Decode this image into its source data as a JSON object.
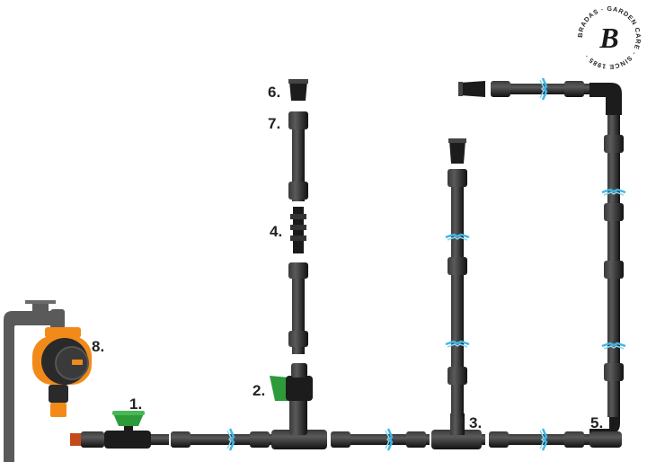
{
  "labels": {
    "n1": "1.",
    "n2": "2.",
    "n3": "3.",
    "n4": "4.",
    "n5": "5.",
    "n6": "6.",
    "n7": "7.",
    "n8": "8."
  },
  "logo": {
    "ring_text": "BRADAS · GARDEN CARE · SINCE 1985 ·",
    "letter": "B"
  },
  "colors": {
    "pipe": "#1a1a1a",
    "pipe_highlight": "#555555",
    "valve_green": "#2e9a3a",
    "timer_orange": "#f28a1a",
    "water_spray": "#3fb6e6",
    "faucet_gray": "#5a5a5a"
  }
}
